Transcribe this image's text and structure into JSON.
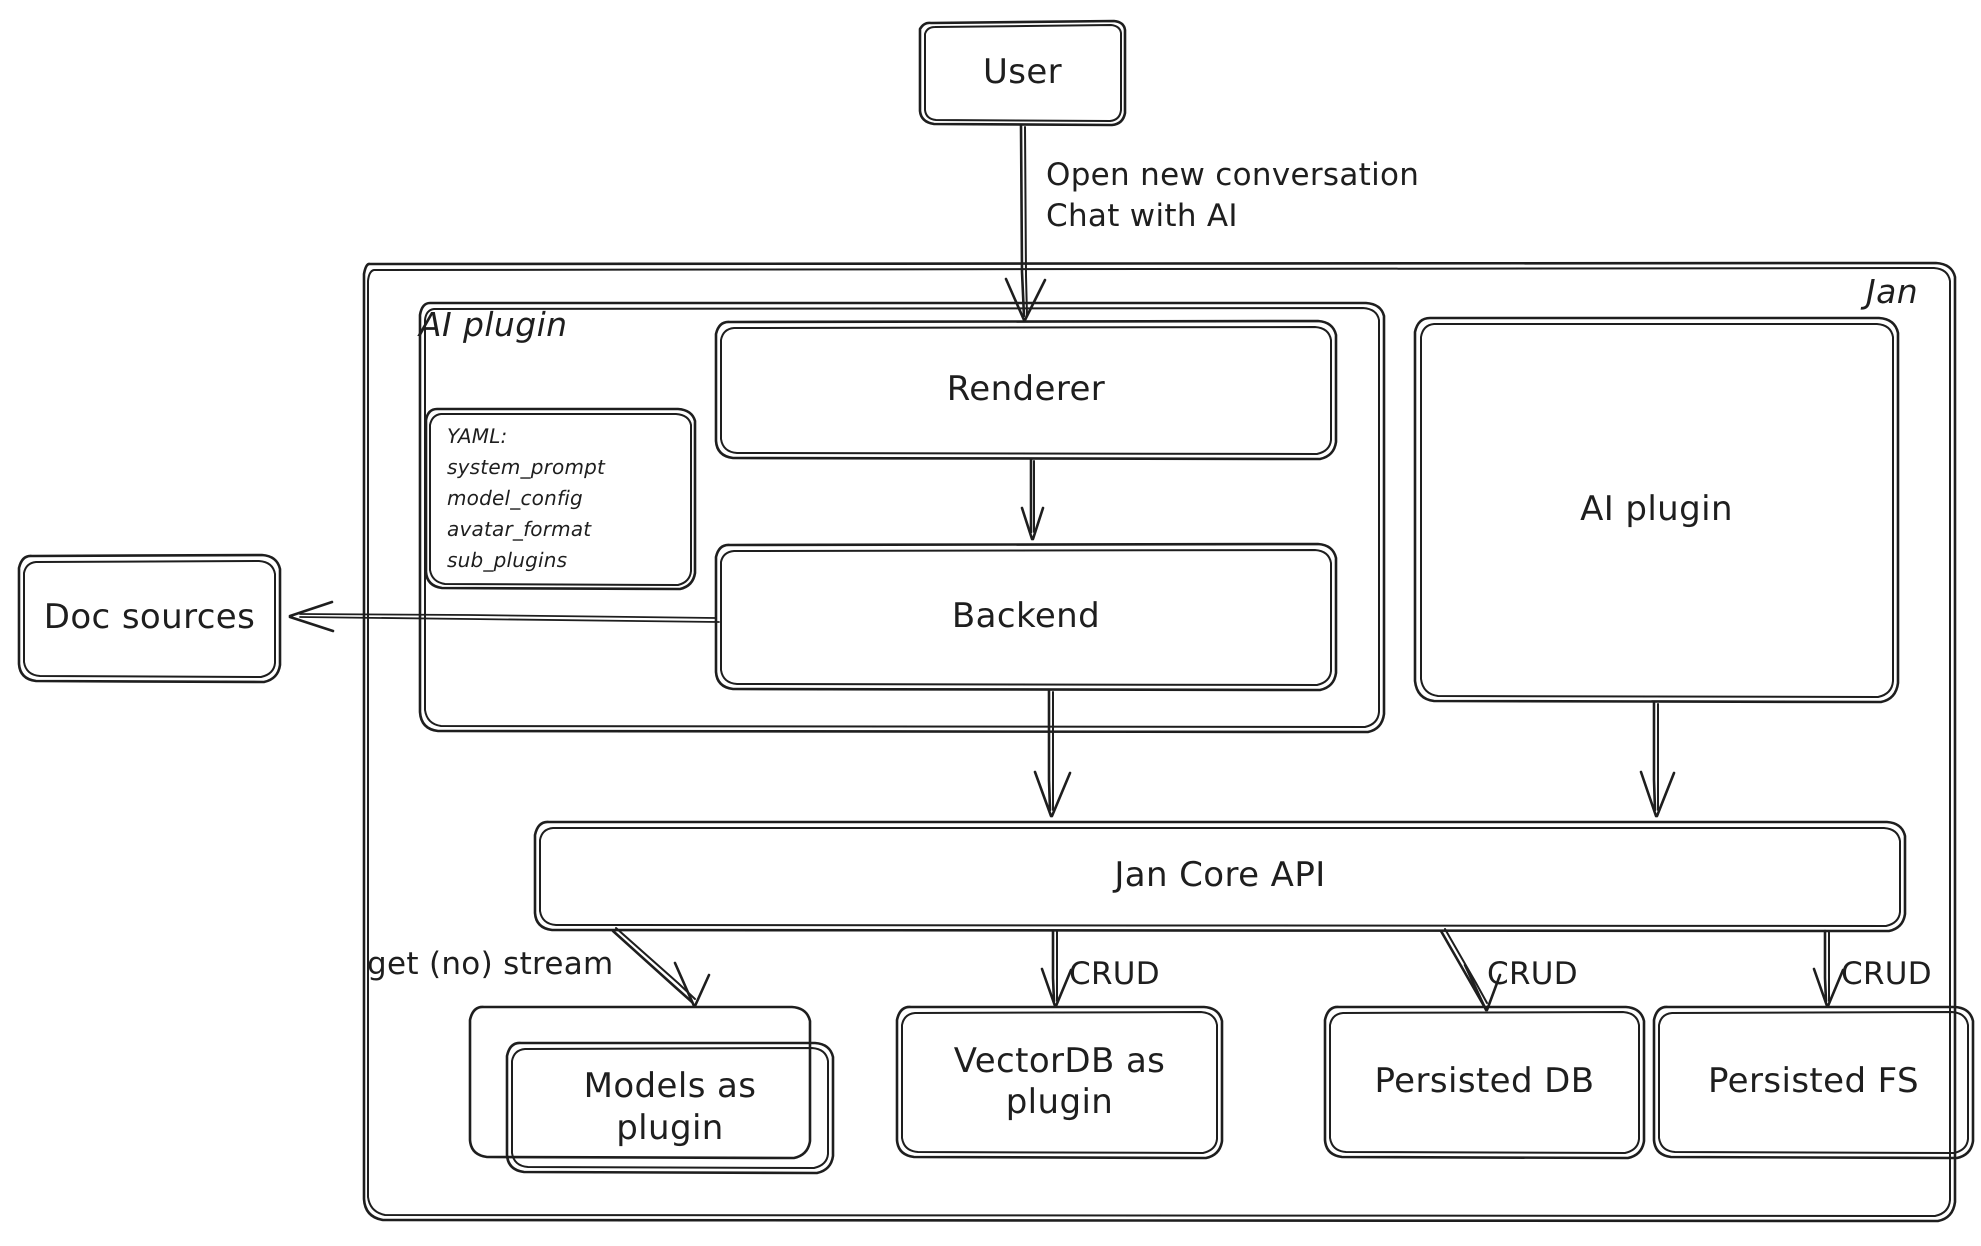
{
  "diagram": {
    "title": "Jan architecture diagram",
    "style": "hand-drawn sketch",
    "stroke_color": "#1e1e1e",
    "background_color": "#ffffff"
  },
  "nodes": {
    "user": {
      "label": "User"
    },
    "jan_container": {
      "label": "Jan"
    },
    "ai_plugin_group": {
      "label": "AI plugin"
    },
    "renderer": {
      "label": "Renderer"
    },
    "backend": {
      "label": "Backend"
    },
    "ai_plugin_box": {
      "label": "AI plugin"
    },
    "jan_core_api": {
      "label": "Jan Core API"
    },
    "doc_sources": {
      "label": "Doc sources"
    },
    "models_plugin": {
      "label": "Models as\nplugin"
    },
    "vectordb_plugin": {
      "label": "VectorDB as\nplugin"
    },
    "persisted_db": {
      "label": "Persisted DB"
    },
    "persisted_fs": {
      "label": "Persisted FS"
    }
  },
  "yaml_card": {
    "lines": [
      "YAML:",
      "system_prompt",
      "model_config",
      "avatar_format",
      "sub_plugins"
    ]
  },
  "edges": [
    {
      "id": "user-to-renderer",
      "from": "user",
      "to": "renderer",
      "label": "Open new conversation\nChat with AI"
    },
    {
      "id": "renderer-to-backend",
      "from": "renderer",
      "to": "backend",
      "label": ""
    },
    {
      "id": "backend-to-docsources",
      "from": "backend",
      "to": "doc_sources",
      "label": ""
    },
    {
      "id": "backend-to-core",
      "from": "backend",
      "to": "jan_core_api",
      "label": ""
    },
    {
      "id": "aiplugin-to-core",
      "from": "ai_plugin_box",
      "to": "jan_core_api",
      "label": ""
    },
    {
      "id": "core-to-models",
      "from": "jan_core_api",
      "to": "models_plugin",
      "label": "get (no) stream"
    },
    {
      "id": "core-to-vectordb",
      "from": "jan_core_api",
      "to": "vectordb_plugin",
      "label": "CRUD"
    },
    {
      "id": "core-to-persisteddb",
      "from": "jan_core_api",
      "to": "persisted_db",
      "label": "CRUD"
    },
    {
      "id": "core-to-persistedfs",
      "from": "jan_core_api",
      "to": "persisted_fs",
      "label": "CRUD"
    }
  ]
}
